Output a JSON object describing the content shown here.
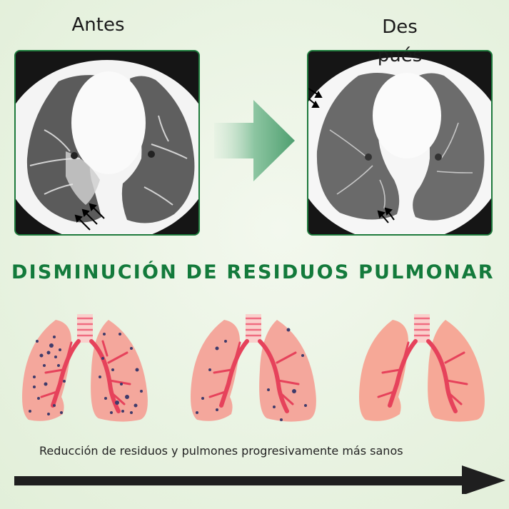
{
  "comparison": {
    "before": {
      "label": "Antes"
    },
    "after": {
      "label_line1": "Des",
      "label_line2": "pués"
    },
    "arrow_icon": "right-arrow-icon",
    "colors": {
      "frame": "#1e7a3c",
      "arrow": "#5aab7c"
    }
  },
  "headline": {
    "text": "DISMINUCIÓN DE RESIDUOS PULMONAR",
    "color": "#137a3b"
  },
  "lungs": [
    {
      "stage": "heavy-debris",
      "icon": "lungs-heavy-debris-icon"
    },
    {
      "stage": "moderate-debris",
      "icon": "lungs-moderate-debris-icon"
    },
    {
      "stage": "clean",
      "icon": "lungs-clean-icon"
    }
  ],
  "progress": {
    "caption": "Reducción de residuos y pulmones progresivamente más sanos",
    "arrow_icon": "long-right-arrow-icon"
  }
}
